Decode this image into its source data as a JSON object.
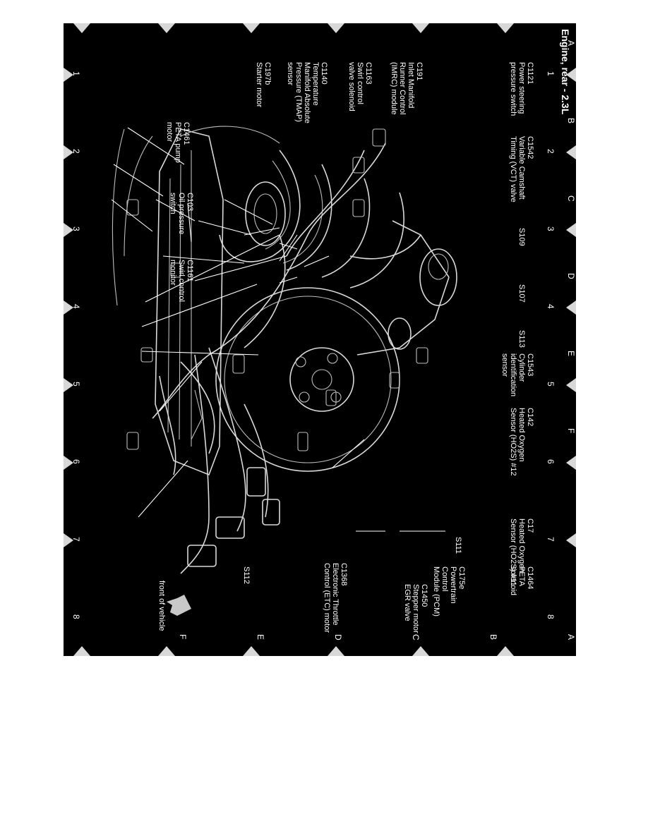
{
  "title": "Engine, rear - 2.3L",
  "border": {
    "letters": [
      "A",
      "B",
      "C",
      "D",
      "E",
      "F"
    ],
    "numbers": [
      "1",
      "2",
      "3",
      "4",
      "5",
      "6",
      "7",
      "8"
    ]
  },
  "labels": {
    "c1121": [
      "C1121",
      "Power steering",
      "pressure switch"
    ],
    "c1542": [
      "C1542",
      "Variable Camshaft",
      "Timing (VCT) valve"
    ],
    "c191": [
      "C191",
      "Inlet Manifold",
      "Runner Control",
      "(IMRC) module"
    ],
    "c1163": [
      "C1163",
      "Swirl control",
      "valve solenoid"
    ],
    "c1140": [
      "C1140",
      "Temperature",
      "Manifold Absolute",
      "Pressure (TMAP)",
      "sensor"
    ],
    "c197b": [
      "C197b",
      "Starter motor"
    ],
    "c1461": [
      "C1461",
      "PETA pump",
      "motor"
    ],
    "c103": [
      "C103",
      "Oil pressure",
      "switch"
    ],
    "c1161": [
      "C1161",
      "Swirl control",
      "monitor"
    ],
    "s109": [
      "S109"
    ],
    "s107": [
      "S107"
    ],
    "s113": [
      "S113"
    ],
    "c1543": [
      "C1543",
      "Cylinder",
      "identification",
      "sensor"
    ],
    "c142": [
      "C142",
      "Heated Oxygen",
      "Sensor (HO2S) #12"
    ],
    "c17": [
      "C17",
      "Heated Oxygen",
      "Sensor (HO2S) #11"
    ],
    "c1464": [
      "C1464",
      "PETA",
      "solenoid"
    ],
    "c175e": [
      "C175e",
      "Powertrain",
      "Control",
      "Module (PCM)"
    ],
    "s111": [
      "S111"
    ],
    "c1450": [
      "C1450",
      "Stepper motor",
      "EGR valve"
    ],
    "c1368": [
      "C1368",
      "Electronic Throttle",
      "Control (ETC) motor"
    ],
    "s112": [
      "S112"
    ],
    "front": [
      "front of vehicle"
    ]
  },
  "colors": {
    "background": "#000000",
    "foreground": "#ffffff",
    "page": "#ffffff"
  }
}
